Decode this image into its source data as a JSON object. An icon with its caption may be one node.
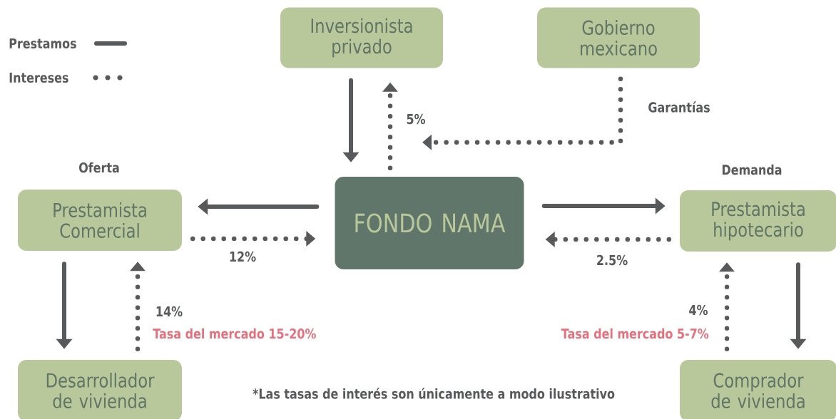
{
  "diagram": {
    "nodes": [
      {
        "text": [
          "Inversionista privado"
        ]
      },
      {
        "text": [
          "Gobierno mexicano"
        ]
      },
      {
        "text": [
          "Prestamista Comercial"
        ],
        "beside": [
          "Oferta"
        ]
      },
      {
        "text": [
          "FONDO NAMA"
        ]
      },
      {
        "text": [
          "Prestamista hipotecario"
        ],
        "beside": [
          "Demanda"
        ]
      },
      {
        "text": [
          "Desarrollador de vivienda"
        ]
      },
      {
        "text": [
          "Comprador de vivienda"
        ]
      }
    ],
    "edges": [
      {
        "from": 0,
        "to": 3,
        "arrow": "to"
      },
      {
        "from": 3,
        "to": 0,
        "arrow": "to",
        "style": "dashed",
        "label": "5%"
      },
      {
        "from": 1,
        "to": 3,
        "arrow": "to",
        "style": "dashed",
        "label": "Garantías"
      },
      {
        "from": 3,
        "to": 2,
        "arrow": "to"
      },
      {
        "from": 2,
        "to": 3,
        "arrow": "to",
        "style": "dashed",
        "label": "12%"
      },
      {
        "from": 3,
        "to": 4,
        "arrow": "to"
      },
      {
        "from": 4,
        "to": 3,
        "arrow": "to",
        "style": "dashed",
        "label": "2.5%"
      },
      {
        "from": 2,
        "to": 5,
        "arrow": "to"
      },
      {
        "from": 5,
        "to": 2,
        "arrow": "to",
        "style": "dashed",
        "label": "14%"
      },
      {
        "from": 4,
        "to": 6,
        "arrow": "to"
      },
      {
        "from": 6,
        "to": 4,
        "arrow": "to",
        "style": "dashed",
        "label": "4%"
      }
    ],
    "labels": [
      "Tasa del mercado 15-20%",
      "Tasa del mercado 5-7%",
      "*Las tasas de interés son únicamente a modo ilustrativo"
    ],
    "legend": [
      {
        "text": "Prestamos"
      },
      {
        "text": "Intereses"
      }
    ]
  }
}
